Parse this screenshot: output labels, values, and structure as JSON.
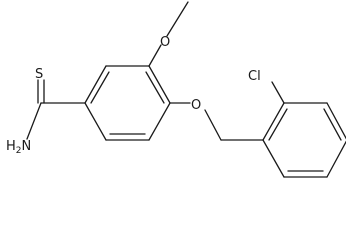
{
  "molecule": {
    "atoms": {
      "sulfur": "S",
      "amine_n": "N",
      "amine_h": "H",
      "amine_h_count": "2",
      "methoxy_o": "O",
      "ether_o": "O",
      "chlorine": "Cl"
    }
  }
}
